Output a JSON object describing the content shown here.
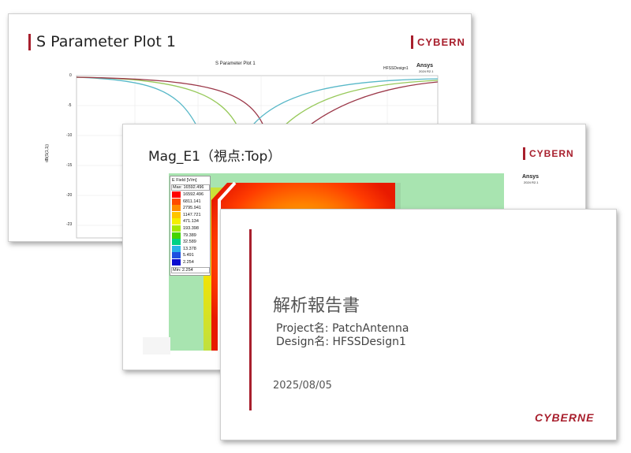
{
  "slide1": {
    "title": "S Parameter Plot 1",
    "logo": "CYBERN",
    "plot": {
      "title": "S Parameter Plot 1",
      "design": "HFSSDesign1",
      "brand": "Ansys",
      "version": "2024 R2.1",
      "ylabel": "dB(S(1,1))",
      "yticks": [
        "0",
        "-5",
        "-10",
        "-15",
        "-20"
      ],
      "bottom_tick": "-23"
    }
  },
  "slide2": {
    "title": "Mag_E1（視点:Top）",
    "logo": "CYBERN",
    "brand": "Ansys",
    "version": "2024 R2.1",
    "legend": {
      "title": "E Field [V/m]",
      "max": "Max: 16592.496",
      "min": "Min:   2.254",
      "values": [
        "16592.496",
        "6811.141",
        "2795.941",
        "1147.721",
        "471.134",
        "193.398",
        "79.389",
        "32.589",
        "13.378",
        "5.491",
        "2.254"
      ],
      "colors": [
        "#ff0000",
        "#ff4a00",
        "#ff8c00",
        "#ffc400",
        "#f4ee00",
        "#a6e800",
        "#44d400",
        "#00d184",
        "#2ab2e8",
        "#1f4fe0",
        "#0a0ad0"
      ]
    }
  },
  "slide3": {
    "title": "解析報告書",
    "project": "Project名: PatchAntenna",
    "design": "Design名: HFSSDesign1",
    "date": "2025/08/05",
    "logo": "CYBERNE"
  }
}
